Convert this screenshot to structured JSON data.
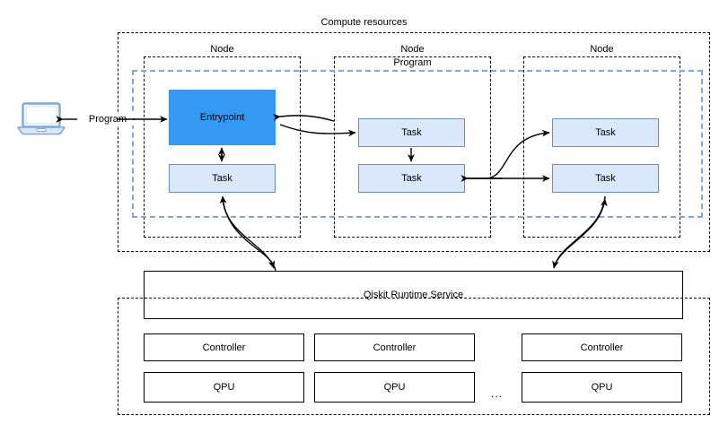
{
  "diagram": {
    "title": "Compute resources",
    "program_label": "Program",
    "client": {
      "icon": "laptop-icon",
      "link_label": "Program"
    },
    "compute_resources": {
      "label": "Compute resources",
      "nodes": [
        {
          "label": "Node",
          "blocks": [
            {
              "label": "Entrypoint",
              "kind": "entrypoint",
              "color": "#3399f3"
            },
            {
              "label": "Task",
              "kind": "task",
              "color": "#dae8fc"
            }
          ]
        },
        {
          "label": "Node",
          "blocks": [
            {
              "label": "Task",
              "kind": "task",
              "color": "#dae8fc"
            },
            {
              "label": "Task",
              "kind": "task",
              "color": "#dae8fc"
            }
          ]
        },
        {
          "label": "Node",
          "blocks": [
            {
              "label": "Task",
              "kind": "task",
              "color": "#dae8fc"
            },
            {
              "label": "Task",
              "kind": "task",
              "color": "#dae8fc"
            }
          ]
        }
      ]
    },
    "service": {
      "label": "Qiskit Runtime Service"
    },
    "backends": {
      "ellipsis": "...",
      "columns": [
        {
          "controller": "Controller",
          "qpu": "QPU"
        },
        {
          "controller": "Controller",
          "qpu": "QPU"
        },
        {
          "controller": "Controller",
          "qpu": "QPU"
        }
      ]
    },
    "colors": {
      "entrypoint_fill": "#3399f3",
      "task_fill": "#dae8fc",
      "task_stroke": "#6c8ebf",
      "program_dash": "#7ea6e0",
      "outline": "#000000",
      "background": "#ffffff"
    }
  }
}
